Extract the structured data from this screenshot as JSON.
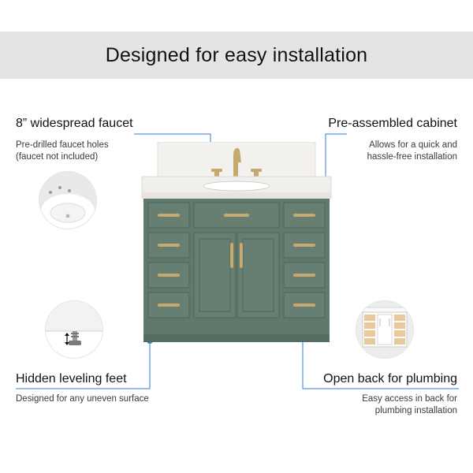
{
  "banner": {
    "title": "Designed for easy installation"
  },
  "features": {
    "faucet": {
      "title": "8” widespread faucet",
      "desc": [
        "Pre-drilled faucet holes",
        "(faucet not included)"
      ],
      "icon": "sink-basin-icon"
    },
    "cabinet": {
      "title": "Pre-assembled cabinet",
      "desc": [
        "Allows for  a quick and",
        "hassle-free installation"
      ]
    },
    "feet": {
      "title": "Hidden leveling feet",
      "desc": [
        "Designed for any uneven surface"
      ],
      "icon": "leveling-foot-icon"
    },
    "plumbing": {
      "title": "Open back for plumbing",
      "desc": [
        "Easy access in back for",
        "plumbing installation"
      ],
      "icon": "open-back-cabinet-icon"
    }
  },
  "colors": {
    "banner_bg": "#e4e4e4",
    "accent_dot": "#2f7fd6",
    "cabinet_green": "#5f7a6c",
    "hardware_gold": "#c6a96e",
    "countertop": "#f1efec"
  }
}
